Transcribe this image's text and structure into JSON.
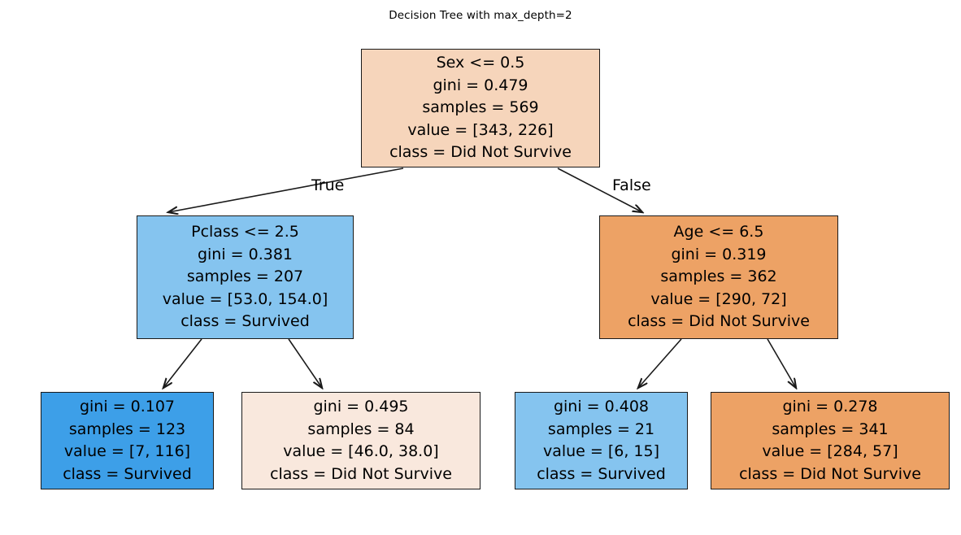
{
  "title": "Decision Tree with max_depth=2",
  "edge_labels": {
    "true_label": "True",
    "false_label": "False"
  },
  "colors": {
    "root_fill": "#f6d5bb",
    "pale_orange_fill": "#f9e8dd",
    "orange_fill": "#eda265",
    "light_blue_fill": "#85c4ef",
    "blue_fill": "#3d9fe8",
    "border": "#1a1a1a",
    "text": "#000000",
    "background": "#ffffff"
  },
  "chart_data": {
    "type": "diagram",
    "diagram_kind": "decision-tree",
    "title": "Decision Tree with max_depth=2",
    "criterion": "gini",
    "max_depth": 2,
    "class_names": [
      "Did Not Survive",
      "Survived"
    ],
    "total_samples": 569,
    "edge_labels": [
      "True",
      "False"
    ],
    "nodes": [
      {
        "id": "root",
        "depth": 0,
        "feature": "Sex",
        "threshold": 0.5,
        "condition": "Sex <= 0.5",
        "gini": 0.479,
        "samples": 569,
        "value": [
          343,
          226
        ],
        "predicted_class": "Did Not Survive",
        "fill": "#f6d5bb",
        "is_leaf": false
      },
      {
        "id": "left",
        "depth": 1,
        "branch": "True",
        "feature": "Pclass",
        "threshold": 2.5,
        "condition": "Pclass <= 2.5",
        "gini": 0.381,
        "samples": 207,
        "value": [
          53.0,
          154.0
        ],
        "predicted_class": "Survived",
        "fill": "#85c4ef",
        "is_leaf": false
      },
      {
        "id": "right",
        "depth": 1,
        "branch": "False",
        "feature": "Age",
        "threshold": 6.5,
        "condition": "Age <= 6.5",
        "gini": 0.319,
        "samples": 362,
        "value": [
          290,
          72
        ],
        "predicted_class": "Did Not Survive",
        "fill": "#eda265",
        "is_leaf": false
      },
      {
        "id": "leaf1",
        "depth": 2,
        "parent": "left",
        "branch": "True",
        "gini": 0.107,
        "samples": 123,
        "value": [
          7,
          116
        ],
        "predicted_class": "Survived",
        "fill": "#3d9fe8",
        "is_leaf": true
      },
      {
        "id": "leaf2",
        "depth": 2,
        "parent": "left",
        "branch": "False",
        "gini": 0.495,
        "samples": 84,
        "value": [
          46.0,
          38.0
        ],
        "predicted_class": "Did Not Survive",
        "fill": "#f9e8dd",
        "is_leaf": true
      },
      {
        "id": "leaf3",
        "depth": 2,
        "parent": "right",
        "branch": "True",
        "gini": 0.408,
        "samples": 21,
        "value": [
          6,
          15
        ],
        "predicted_class": "Survived",
        "fill": "#85c4ef",
        "is_leaf": true
      },
      {
        "id": "leaf4",
        "depth": 2,
        "parent": "right",
        "branch": "False",
        "gini": 0.278,
        "samples": 341,
        "value": [
          284,
          57
        ],
        "predicted_class": "Did Not Survive",
        "fill": "#eda265",
        "is_leaf": true
      }
    ]
  },
  "nodes": {
    "root": {
      "line1": "Sex <= 0.5",
      "line2": "gini = 0.479",
      "line3": "samples = 569",
      "line4": "value = [343, 226]",
      "line5": "class = Did Not Survive"
    },
    "left": {
      "line1": "Pclass <= 2.5",
      "line2": "gini = 0.381",
      "line3": "samples = 207",
      "line4": "value = [53.0, 154.0]",
      "line5": "class = Survived"
    },
    "right": {
      "line1": "Age <= 6.5",
      "line2": "gini = 0.319",
      "line3": "samples = 362",
      "line4": "value = [290, 72]",
      "line5": "class = Did Not Survive"
    },
    "leaf1": {
      "line1": "gini = 0.107",
      "line2": "samples = 123",
      "line3": "value = [7, 116]",
      "line4": "class = Survived"
    },
    "leaf2": {
      "line1": "gini = 0.495",
      "line2": "samples = 84",
      "line3": "value = [46.0, 38.0]",
      "line4": "class = Did Not Survive"
    },
    "leaf3": {
      "line1": "gini = 0.408",
      "line2": "samples = 21",
      "line3": "value = [6, 15]",
      "line4": "class = Survived"
    },
    "leaf4": {
      "line1": "gini = 0.278",
      "line2": "samples = 341",
      "line3": "value = [284, 57]",
      "line4": "class = Did Not Survive"
    }
  }
}
